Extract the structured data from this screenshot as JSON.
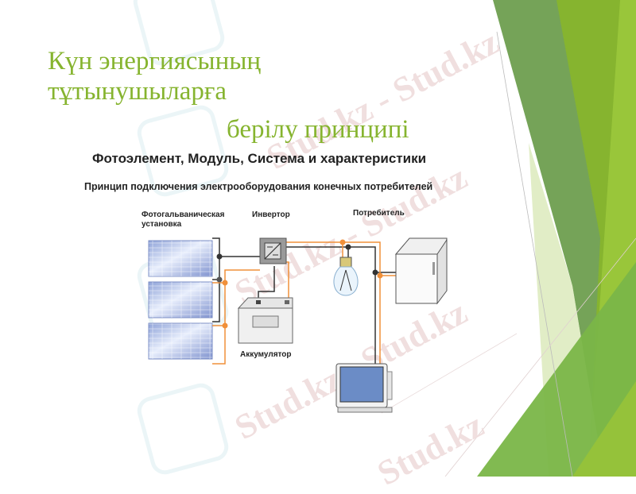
{
  "slide": {
    "title_lines": [
      "Күн энергиясының",
      "тұтынушыларға",
      "берілу принципі"
    ],
    "title_color": "#86b42f",
    "accent_colors": [
      "#6a9a4a",
      "#86b42f",
      "#9bc83c",
      "#d9e8b8"
    ]
  },
  "diagram": {
    "heading": "Фотоэлемент, Модуль, Система и характеристики",
    "subheading": "Принцип подключения электрооборудования конечных потребителей",
    "labels": {
      "pv": "Фотогальваническая установка",
      "pv_line1": "Фотогальваническая",
      "pv_line2": "установка",
      "inverter": "Инвертор",
      "consumer": "Потребитель",
      "battery": "Аккумулятор"
    },
    "wire_colors": {
      "positive": "#f0903a",
      "negative": "#333333"
    }
  },
  "watermark": {
    "text": "Stud.kz",
    "text_alt": "Stud.kz - Stud.kz"
  }
}
